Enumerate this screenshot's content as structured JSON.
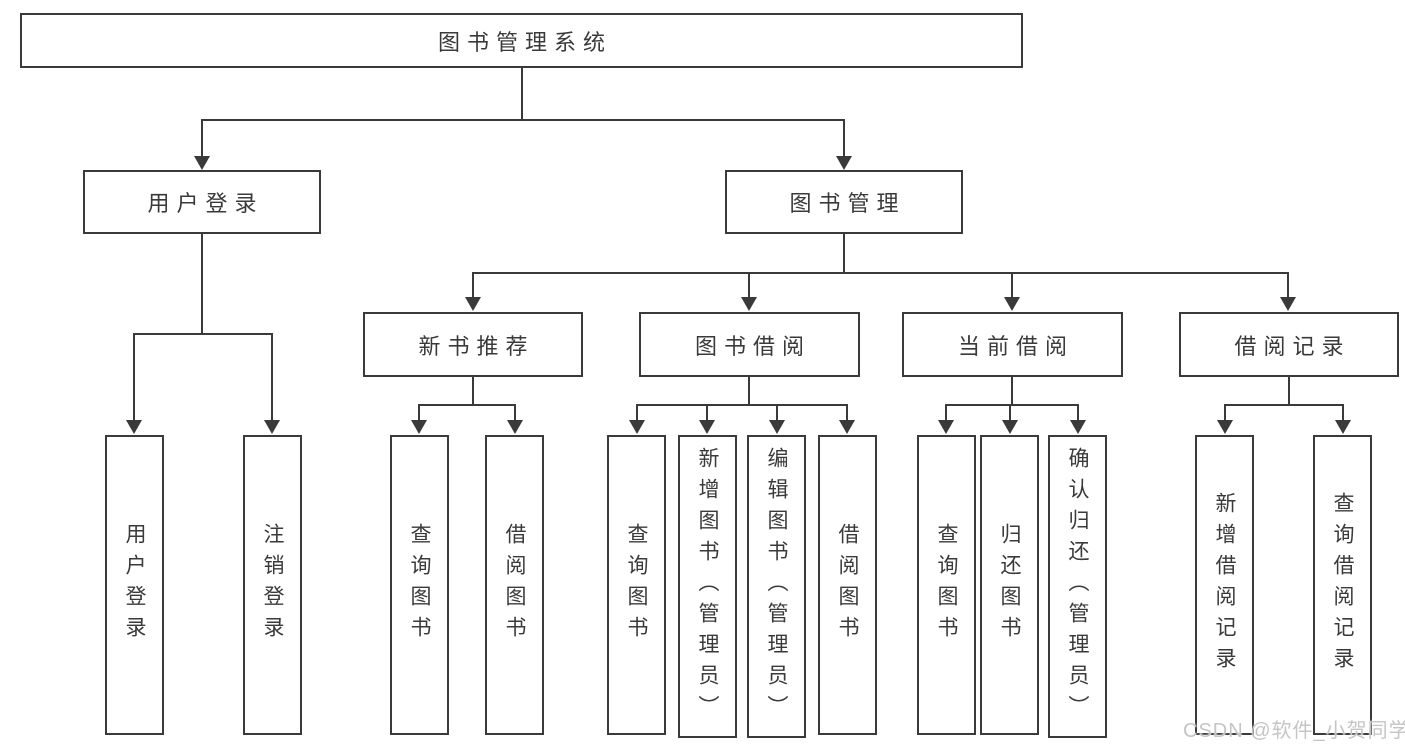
{
  "colors": {
    "line": "#3a3a3a",
    "text": "#3a3a3a",
    "background": "#ffffff",
    "watermark": "#c5c5c5"
  },
  "diagram": {
    "title": "图书管理系统",
    "level2": {
      "user_login": "用户登录",
      "book_management": "图书管理"
    },
    "level3": {
      "new_book_recommend": "新书推荐",
      "book_borrow": "图书借阅",
      "current_borrow": "当前借阅",
      "borrow_records": "借阅记录"
    },
    "leaves": {
      "user_login": "用户登录",
      "logout": "注销登录",
      "query_books_1": "查询图书",
      "borrow_books_1": "借阅图书",
      "query_books_2": "查询图书",
      "add_books_admin": "新增图书（管理员）",
      "edit_books_admin": "编辑图书（管理员）",
      "borrow_books_2": "借阅图书",
      "query_books_3": "查询图书",
      "return_books": "归还图书",
      "confirm_return_admin": "确认归还（管理员）",
      "add_borrow_record": "新增借阅记录",
      "query_borrow_record": "查询借阅记录"
    }
  },
  "watermark": "CSDN @软件_小贺同学"
}
